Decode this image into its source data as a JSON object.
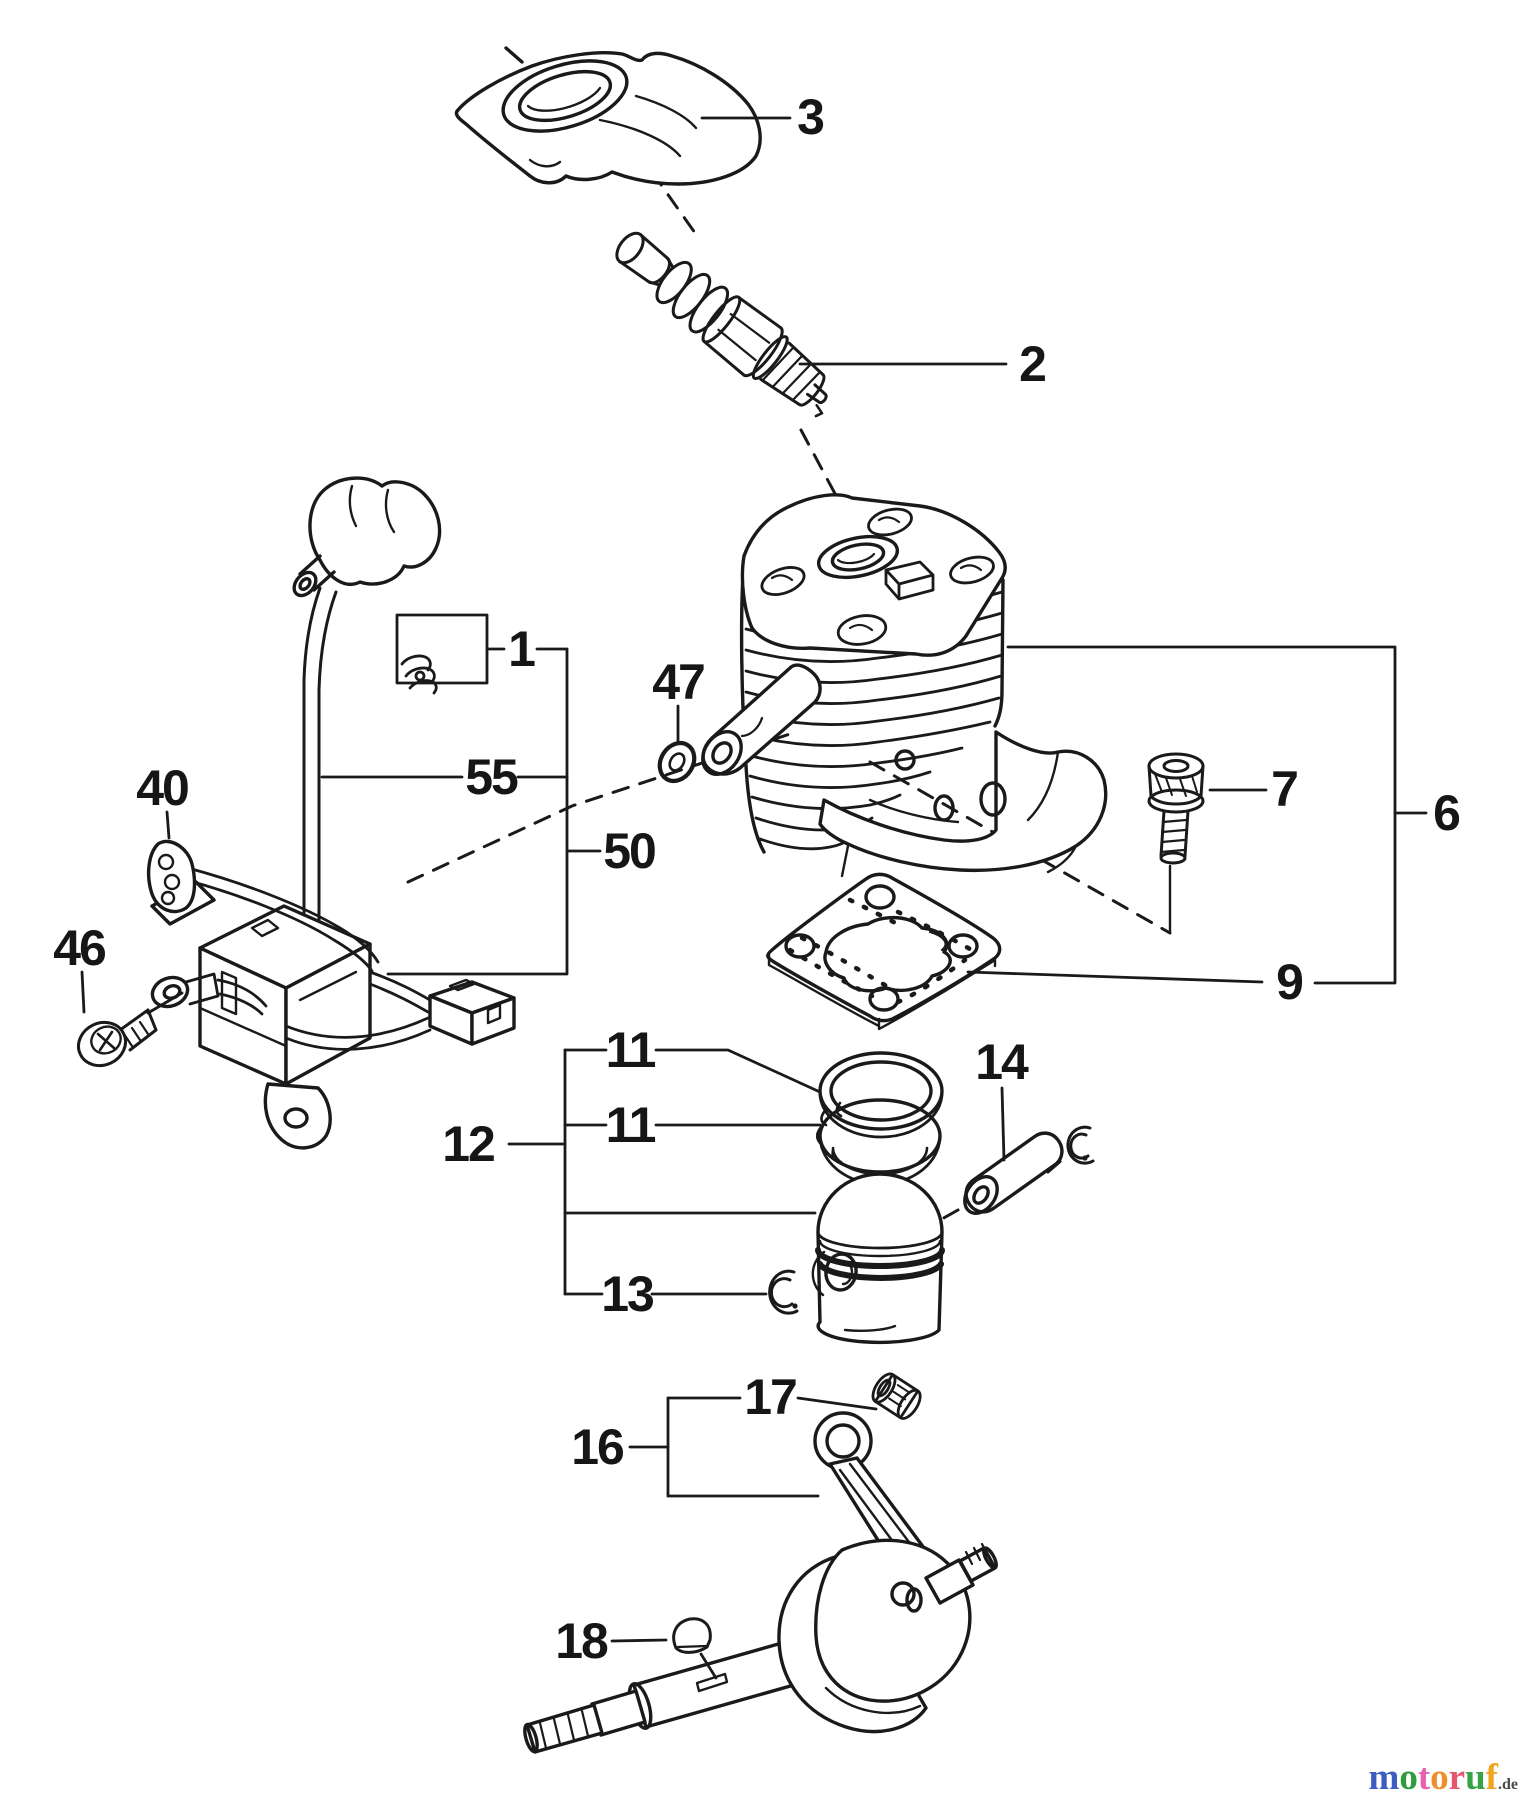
{
  "callouts": {
    "c1": {
      "label": "1"
    },
    "c2": {
      "label": "2"
    },
    "c3": {
      "label": "3"
    },
    "c6": {
      "label": "6"
    },
    "c7": {
      "label": "7"
    },
    "c9": {
      "label": "9"
    },
    "c11a": {
      "label": "11"
    },
    "c11b": {
      "label": "11"
    },
    "c12": {
      "label": "12"
    },
    "c13": {
      "label": "13"
    },
    "c14": {
      "label": "14"
    },
    "c16": {
      "label": "16"
    },
    "c17": {
      "label": "17"
    },
    "c18": {
      "label": "18"
    },
    "c40": {
      "label": "40"
    },
    "c46": {
      "label": "46"
    },
    "c47": {
      "label": "47"
    },
    "c50": {
      "label": "50"
    },
    "c55": {
      "label": "55"
    }
  },
  "colors": {
    "ink": "#1a1a1a",
    "background": "#ffffff"
  },
  "watermark": {
    "letters": [
      {
        "char": "m",
        "css": "color:#3c5cc0"
      },
      {
        "char": "o",
        "css": "color:#2e9b3c"
      },
      {
        "char": "t",
        "css": "color:#e660ae"
      },
      {
        "char": "o",
        "css": "color:#ef8e2c"
      },
      {
        "char": "r",
        "css": "color:#e65570"
      },
      {
        "char": "u",
        "css": "color:#36a348"
      },
      {
        "char": "f",
        "css": "color:#f0a51e"
      }
    ],
    "suffix": ".de",
    "suffix_css": "color:#4a4a4a"
  }
}
